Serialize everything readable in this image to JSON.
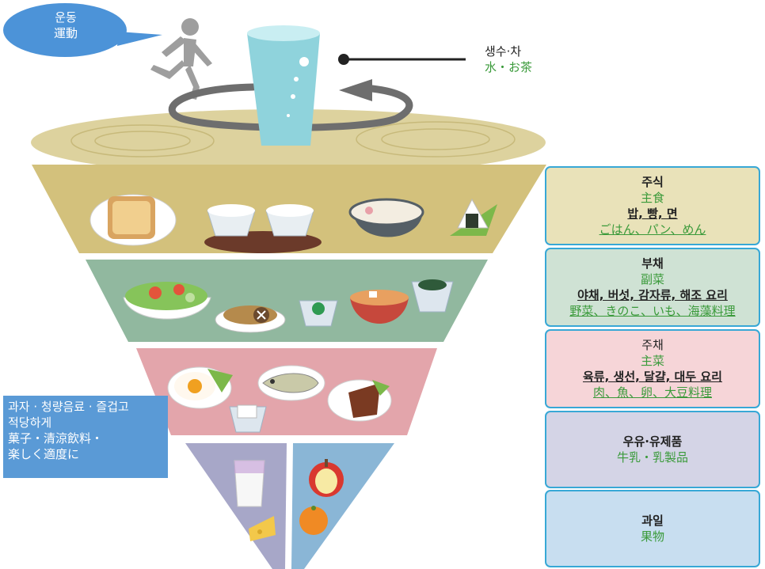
{
  "exercise": {
    "label_ko": "운동",
    "label_ja": "運動"
  },
  "water": {
    "label_ko": "생수·차",
    "label_ja": "水・お茶"
  },
  "snacks": {
    "line1_ko": "과자 · 청량음료 · 즐겁고",
    "line2_ko": "적당하게",
    "line3_ja": "菓子・清涼飲料・",
    "line4_ja": "楽しく適度に"
  },
  "categories": [
    {
      "name_ko": "주식",
      "name_ja": "主食",
      "examples_ko": "밥, 빵, 면",
      "examples_ja": "ごはん、パン、めん",
      "color": "#e9e2b9"
    },
    {
      "name_ko": "부채",
      "name_ja": "副菜",
      "examples_ko": "야채, 버섯, 감자류, 해조 요리",
      "examples_ja": "野菜、きのこ、いも、海藻料理",
      "color": "#cfe2d4"
    },
    {
      "name_ko": "주채",
      "name_ja": "主菜",
      "examples_ko": "육류, 생선, 달걀, 대두 요리",
      "examples_ja": "肉、魚、卵、大豆料理",
      "color": "#f6d5d8"
    },
    {
      "name_ko": "우유·유제품",
      "name_ja": "牛乳・乳製品",
      "color": "#d4d4e6"
    },
    {
      "name_ko": "과일",
      "name_ja": "果物",
      "color": "#c8def0"
    }
  ],
  "colors": {
    "top_disc": "#ddd29e",
    "tier_staple": "#d3c17c",
    "tier_side": "#91b89f",
    "tier_main": "#e3a5ab",
    "tier_dairy": "#a7a7c8",
    "tier_fruit": "#8ab6d6",
    "box_border": "#38a8d6",
    "japanese_text": "#3a9a3a"
  }
}
